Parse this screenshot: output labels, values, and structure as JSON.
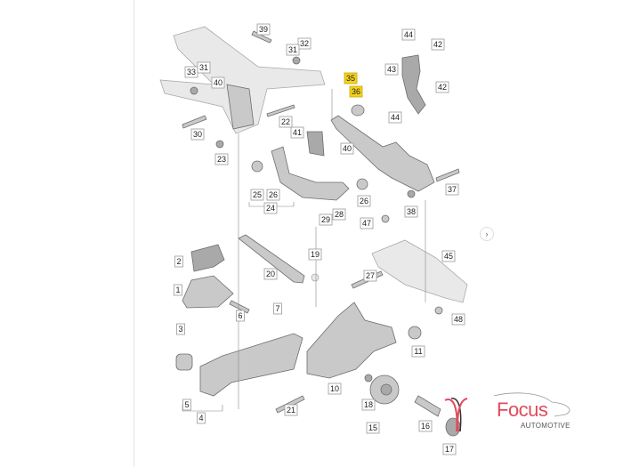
{
  "diagram": {
    "title": "Rear axle suspension parts diagram",
    "labels": [
      "39",
      "32",
      "31",
      "33",
      "31",
      "40",
      "30",
      "23",
      "22",
      "41",
      "40",
      "35",
      "36",
      "44",
      "42",
      "43",
      "42",
      "44",
      "25",
      "26",
      "24",
      "29",
      "28",
      "26",
      "37",
      "38",
      "47",
      "45",
      "2",
      "20",
      "19",
      "1",
      "27",
      "6",
      "7",
      "48",
      "3",
      "11",
      "5",
      "4",
      "10",
      "21",
      "18",
      "15",
      "16",
      "17"
    ],
    "highlighted": [
      "35",
      "36"
    ],
    "highlight_color": "#f5d21c"
  },
  "brand": {
    "name": "Focus",
    "tagline": "AUTOMOTIVE",
    "color": "#e24a5c"
  },
  "nav": {
    "icon": "chevron-right-icon",
    "glyph": "›"
  }
}
